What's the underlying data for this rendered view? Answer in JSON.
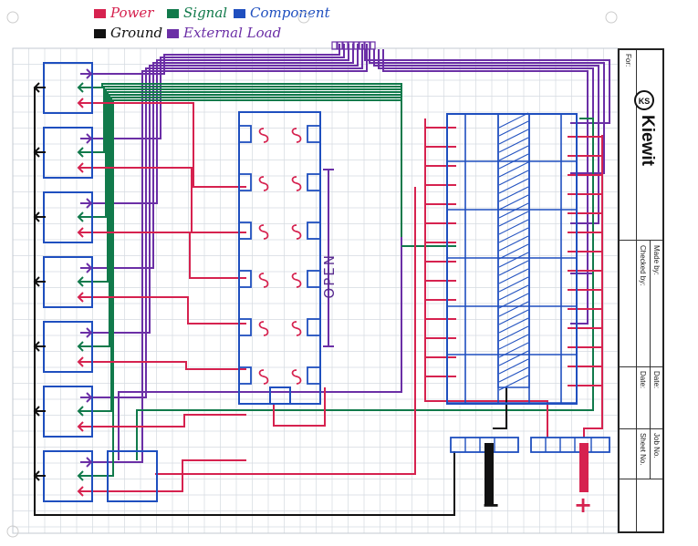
{
  "legend": {
    "power": {
      "label": "Power",
      "color": "#d6224f"
    },
    "signal": {
      "label": "Signal",
      "color": "#117a4b"
    },
    "component": {
      "label": "Component",
      "color": "#1f4fbf"
    },
    "ground": {
      "label": "Ground",
      "color": "#111111"
    },
    "external_load": {
      "label": "External Load",
      "color": "#6b2fa6"
    }
  },
  "switch_panel": {
    "open_label": "OPEN"
  },
  "terminals": {
    "negative": "−",
    "positive": "+"
  },
  "title_block": {
    "for_label": "For:",
    "brand": "Kiewit",
    "logo_text": "KS",
    "made_by": "Made by:",
    "checked_by": "Checked by:",
    "date1": "Date:",
    "date2": "Date:",
    "job_no": "Job No.",
    "sheet_no": "Sheet No."
  },
  "colors": {
    "grid": "#cfd6dc",
    "power": "#d6224f",
    "signal": "#117a4b",
    "component": "#1f4fbf",
    "ground": "#111111",
    "external": "#6b2fa6"
  }
}
